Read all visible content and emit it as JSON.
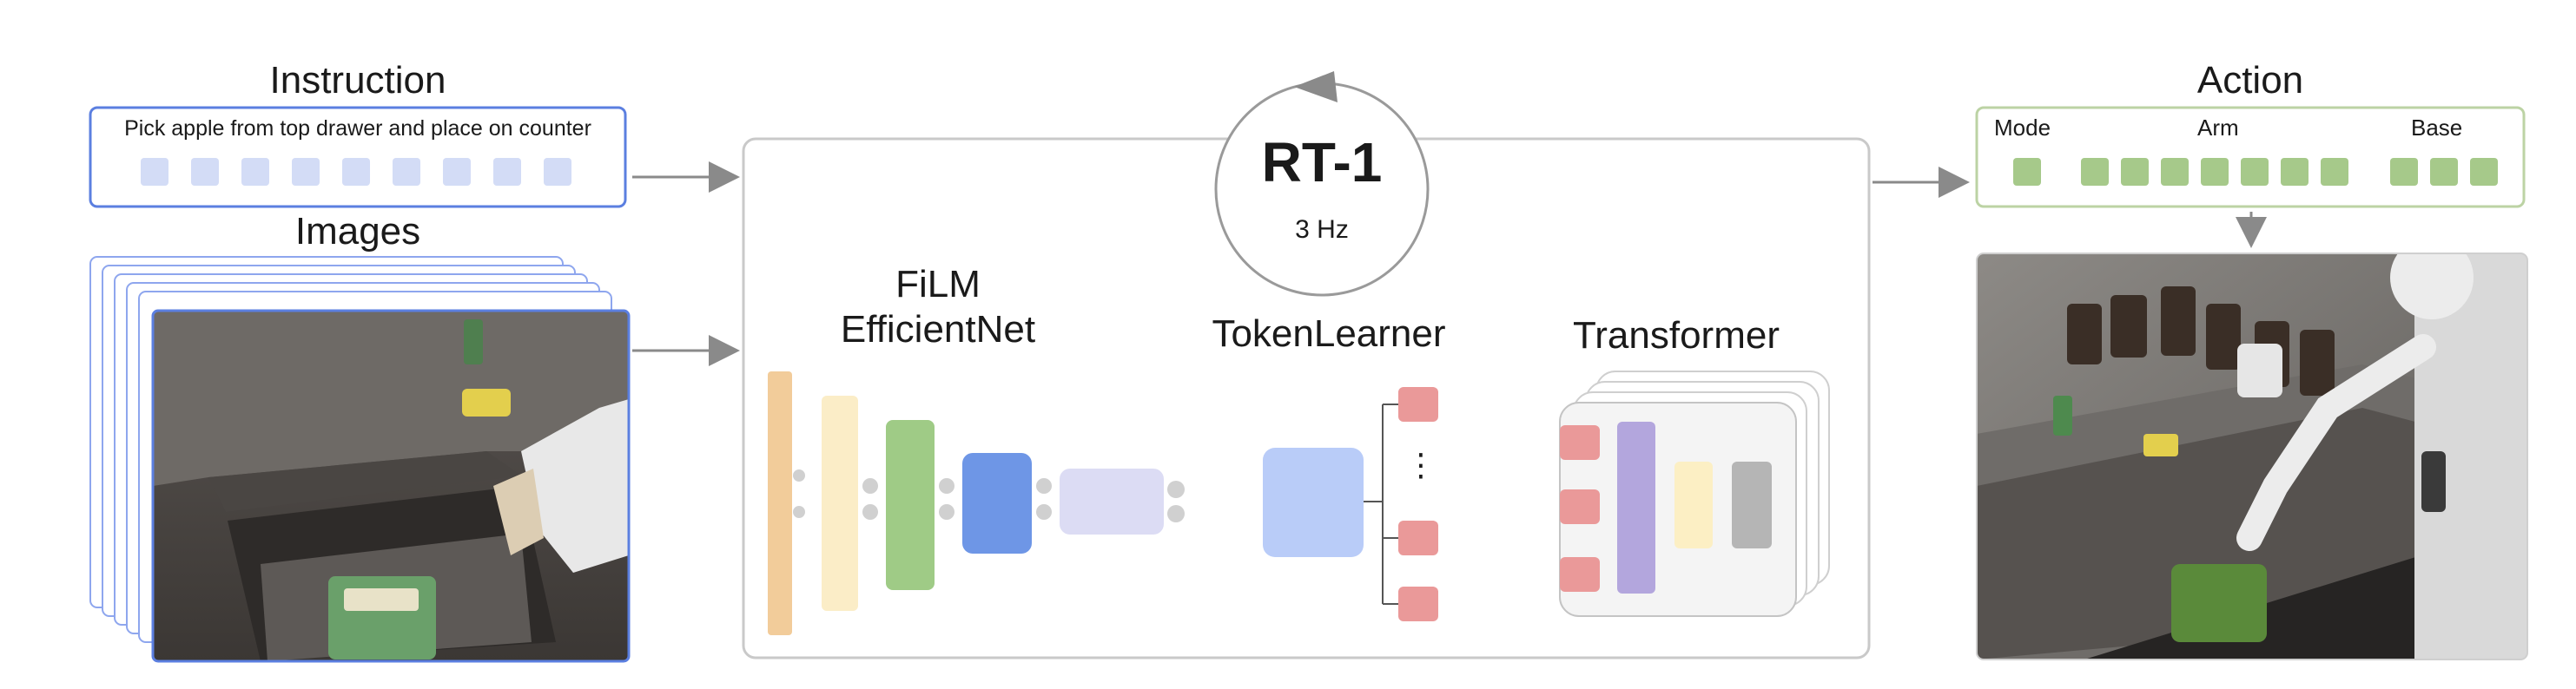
{
  "instruction": {
    "title": "Instruction",
    "text": "Pick apple from top drawer and place on counter",
    "token_count": 9
  },
  "images": {
    "title": "Images"
  },
  "model": {
    "name": "RT-1",
    "rate": "3 Hz",
    "film_label_line1": "FiLM",
    "film_label_line2": "EfficientNet",
    "tokenlearner_label": "TokenLearner",
    "transformer_label": "Transformer",
    "tokenlearner_ellipsis": "⋮"
  },
  "action": {
    "title": "Action",
    "mode_label": "Mode",
    "arm_label": "Arm",
    "base_label": "Base",
    "mode_tokens": 1,
    "arm_tokens": 7,
    "base_tokens": 3
  },
  "colors": {
    "instruction_border": "#5b7fe0",
    "instruction_token": "#d3dcf6",
    "image_stack": "#8ea6ee",
    "model_border": "#c9c9c9",
    "action_border": "#bcd3a4",
    "action_token": "#a6c98a",
    "film_layer_1": "#f2cc9a",
    "film_layer_2": "#fbedc7",
    "film_layer_3": "#9fcb86",
    "film_layer_4": "#6e96e6",
    "film_layer_5": "#dcdcf4",
    "tokenlearner_block": "#b9ccf8",
    "token_red": "#ea9999",
    "transformer_purple": "#b3a6dd",
    "transformer_yellow": "#fcefc4",
    "transformer_gray": "#b5b5b5"
  }
}
